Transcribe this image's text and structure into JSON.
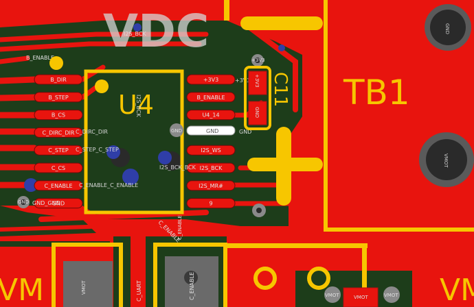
{
  "silkscreen": {
    "vdc": "VDC",
    "u4": "U4",
    "tb1": "TB1",
    "c11": "C11",
    "vm_left": "VM",
    "vm_right": "VM"
  },
  "net_labels": {
    "i2s_bck_top": "I2S_BCK",
    "b_enable_top": "B_ENABLE",
    "i2s_bck_vertical": "I2S_BCK",
    "c_dirc_dir": "C_DIRC_DIR",
    "c_step_c_step": "C_STEP_C_STEP",
    "c_enable_c_enable": "C_ENABLE_C_ENABLE",
    "gnd_gnd": "GND_GND",
    "i2s_bck_bck": "I2S_BCK_BCK",
    "gnd_mid": "GND",
    "plus3v3_right": "+3V3",
    "gnd_right": "GND",
    "c_enable_diag": "C_ENABLE",
    "c_uart": "C_UART",
    "c_enable_vertical": "C_ENABLE"
  },
  "left_pads": [
    "B_DIR",
    "B_STEP",
    "B_CS",
    "C_DIRC_DIR",
    "C_STEP",
    "C_CS",
    "C_ENABLE",
    "GND"
  ],
  "right_pads": [
    "+3V3",
    "B_ENABLE",
    "U4_14",
    "GND",
    "I2S_WS",
    "I2S_BCK",
    "I2S_MR#",
    "9"
  ],
  "pads_misc": {
    "gnd_left_via": "GND",
    "c11_top": "+3V3",
    "c11_pad1": "+3V3",
    "c11_pad2": "GND",
    "tb1_gnd": "GND",
    "tb1_vmot": "VMOT",
    "vmot_pad_left": "VMOT",
    "vmot_bottom_left": "VMOT",
    "vmot_bottom_right": "VMOT",
    "vmot_bottom_mid": "VMOT",
    "c_enable_pad": "C_ENABLE"
  },
  "colors": {
    "copper_top": "#e8140e",
    "copper_dark": "#1d3d1a",
    "silkscreen": "#f7c600",
    "via": "#8a8a8a",
    "via_hole": "#2a2a2a"
  }
}
